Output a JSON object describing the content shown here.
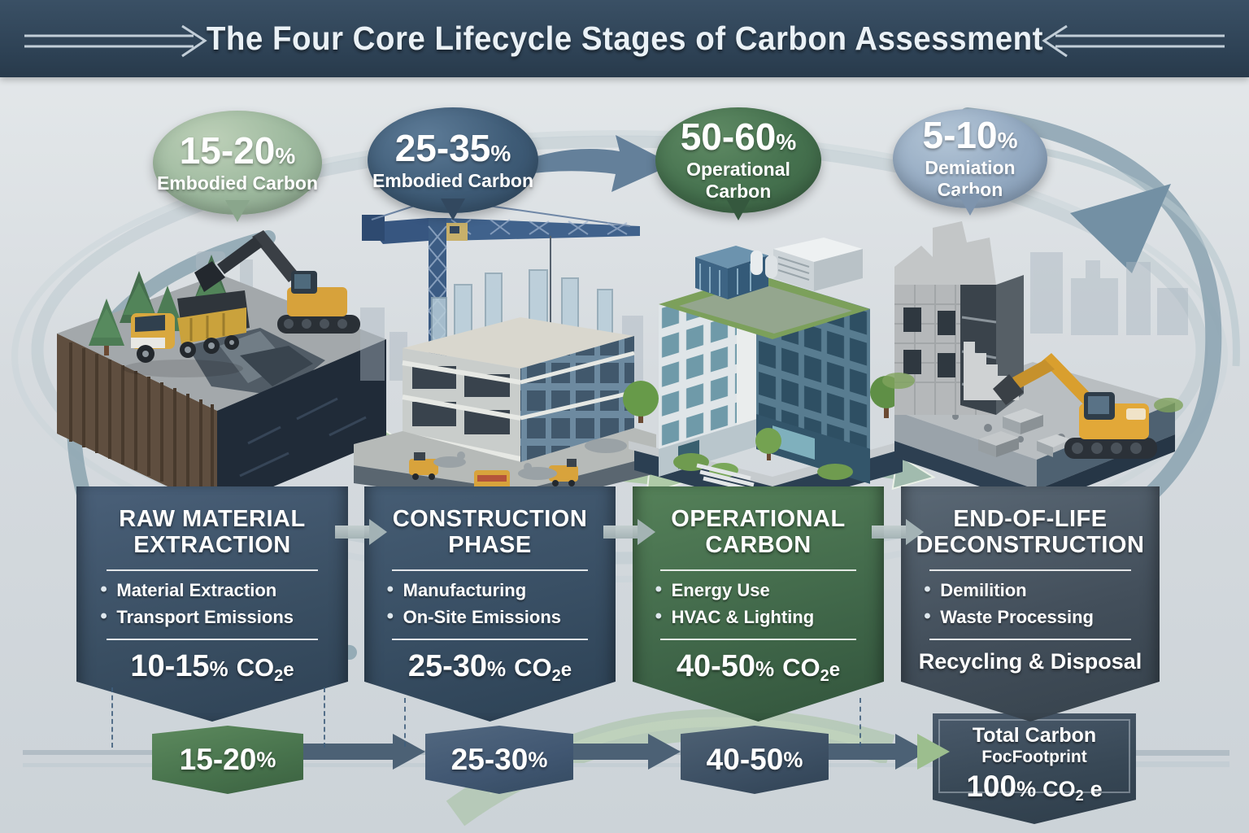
{
  "header": {
    "title": "The Four Core Lifecycle Stages of Carbon Assessment"
  },
  "bubbles": [
    {
      "range": "15-20",
      "pct": "%",
      "label": "Embodied Carbon"
    },
    {
      "range": "25-35",
      "pct": "%",
      "label": "Embodied Carbon"
    },
    {
      "range": "50-60",
      "pct": "%",
      "label": "Operational Carbon"
    },
    {
      "range": "5-10",
      "pct": "%",
      "label": "Demiation Carbon"
    }
  ],
  "stages": [
    {
      "title_line1": "RAW MATERIAL",
      "title_line2": "EXTRACTION",
      "bullets": [
        "Material Extraction",
        "Transport Emissions"
      ],
      "range": "10-15",
      "pct": "%",
      "gas": "CO",
      "gas_sub": "2",
      "gas_e": "e"
    },
    {
      "title_line1": "CONSTRUCTION",
      "title_line2": "PHASE",
      "bullets": [
        "Manufacturing",
        "On-Site Emissions"
      ],
      "range": "25-30",
      "pct": "%",
      "gas": "CO",
      "gas_sub": "2",
      "gas_e": "e"
    },
    {
      "title_line1": "OPERATIONAL",
      "title_line2": "CARBON",
      "bullets": [
        "Energy Use",
        "HVAC & Lighting"
      ],
      "range": "40-50",
      "pct": "%",
      "gas": "CO",
      "gas_sub": "2",
      "gas_e": "e"
    },
    {
      "title_line1": "END-OF-LIFE",
      "title_line2": "DECONSTRUCTION",
      "bullets": [
        "Demilition",
        "Waste Processing"
      ],
      "footer": "Recycling & Disposal"
    }
  ],
  "flow_badges": [
    {
      "range": "15-20",
      "pct": "%"
    },
    {
      "range": "25-30",
      "pct": "%"
    },
    {
      "range": "40-50",
      "pct": "%"
    }
  ],
  "total_box": {
    "line1": "Total Carbon",
    "line2": "FocFootprint",
    "value": "100",
    "pct": "%",
    "gas": "CO",
    "gas_sub": "2",
    "gas_e": "e"
  },
  "illustrations": [
    {
      "name": "raw-material-extraction-scene",
      "elements": [
        "earth-block",
        "pine-trees",
        "dump-truck",
        "excavator",
        "green-cycle-arrow"
      ]
    },
    {
      "name": "construction-phase-scene",
      "elements": [
        "tower-crane",
        "building-under-construction",
        "construction-vehicles",
        "rubble"
      ]
    },
    {
      "name": "operational-carbon-scene",
      "elements": [
        "office-building",
        "green-roof",
        "hvac-units",
        "trees"
      ]
    },
    {
      "name": "end-of-life-scene",
      "elements": [
        "demolished-building",
        "excavator",
        "concrete-rubble",
        "cycle-arrows",
        "city-skyline"
      ]
    }
  ],
  "colors": {
    "header_bg": "#31465a",
    "background": "#d7dce0",
    "green_accent": "#4e7a55",
    "steel_blue": "#3e5a74",
    "slate": "#3b4d5e",
    "light_steel": "#93a9c3",
    "light_green_arrow": "#a9c7a2",
    "arc_gray": "#8fa8b4"
  }
}
